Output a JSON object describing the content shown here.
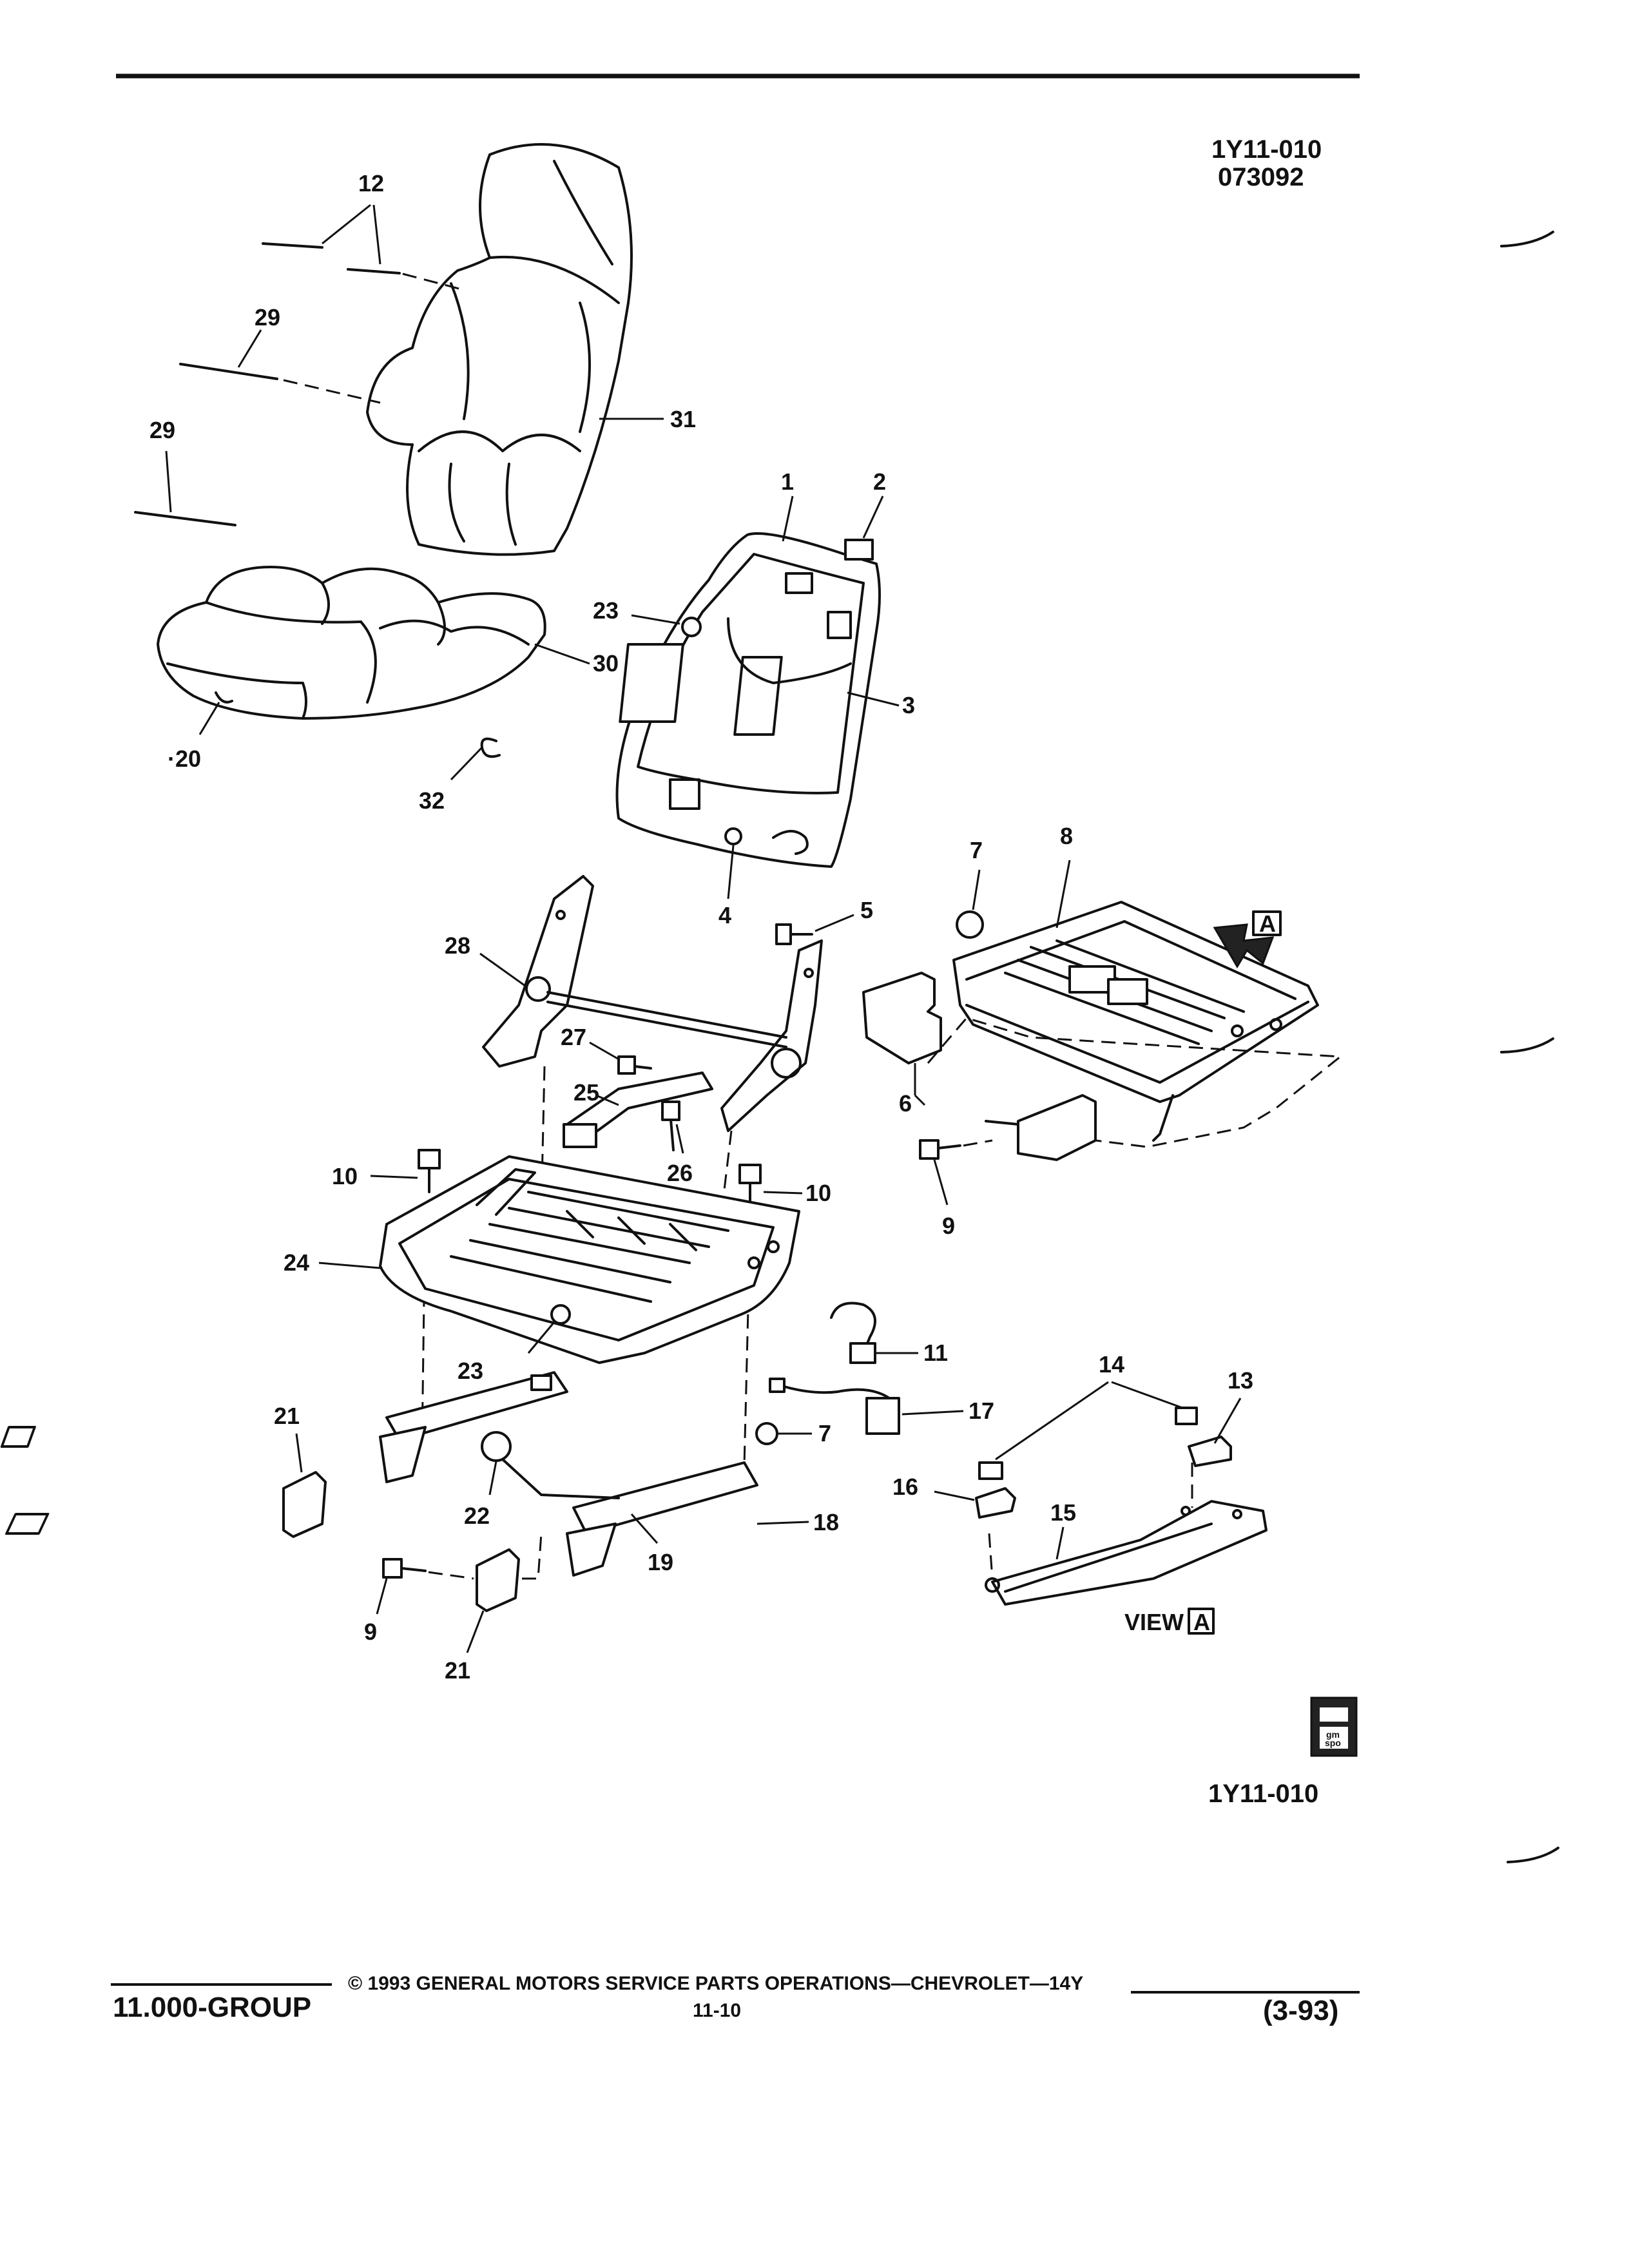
{
  "header": {
    "figure_id": "1Y11-010",
    "date_code": "073092"
  },
  "callouts": {
    "c1": "1",
    "c2": "2",
    "c3": "3",
    "c4": "4",
    "c5": "5",
    "c6": "6",
    "c7a": "7",
    "c7b": "7",
    "c8": "8",
    "c9a": "9",
    "c9b": "9",
    "c10a": "10",
    "c10b": "10",
    "c11": "11",
    "c12": "12",
    "c13": "13",
    "c14": "14",
    "c15": "15",
    "c16": "16",
    "c17": "17",
    "c18": "18",
    "c19": "19",
    "c20": "·20",
    "c21a": "21",
    "c21b": "21",
    "c22": "22",
    "c23a": "23",
    "c23b": "23",
    "c24": "24",
    "c25": "25",
    "c26": "26",
    "c27": "27",
    "c28": "28",
    "c29a": "29",
    "c29b": "29",
    "c30": "30",
    "c31": "31",
    "c32": "32"
  },
  "view_marker": {
    "label": "VIEW",
    "letter": "A"
  },
  "arrow_marker": {
    "letter": "A"
  },
  "badge": {
    "line1": "gm",
    "line2": "spo"
  },
  "figure_id_bottom": "1Y11-010",
  "footer": {
    "copyright": "© 1993 GENERAL MOTORS SERVICE PARTS OPERATIONS—CHEVROLET—14Y",
    "group": "11.000-GROUP",
    "page": "11-10",
    "revision": "(3-93)"
  }
}
